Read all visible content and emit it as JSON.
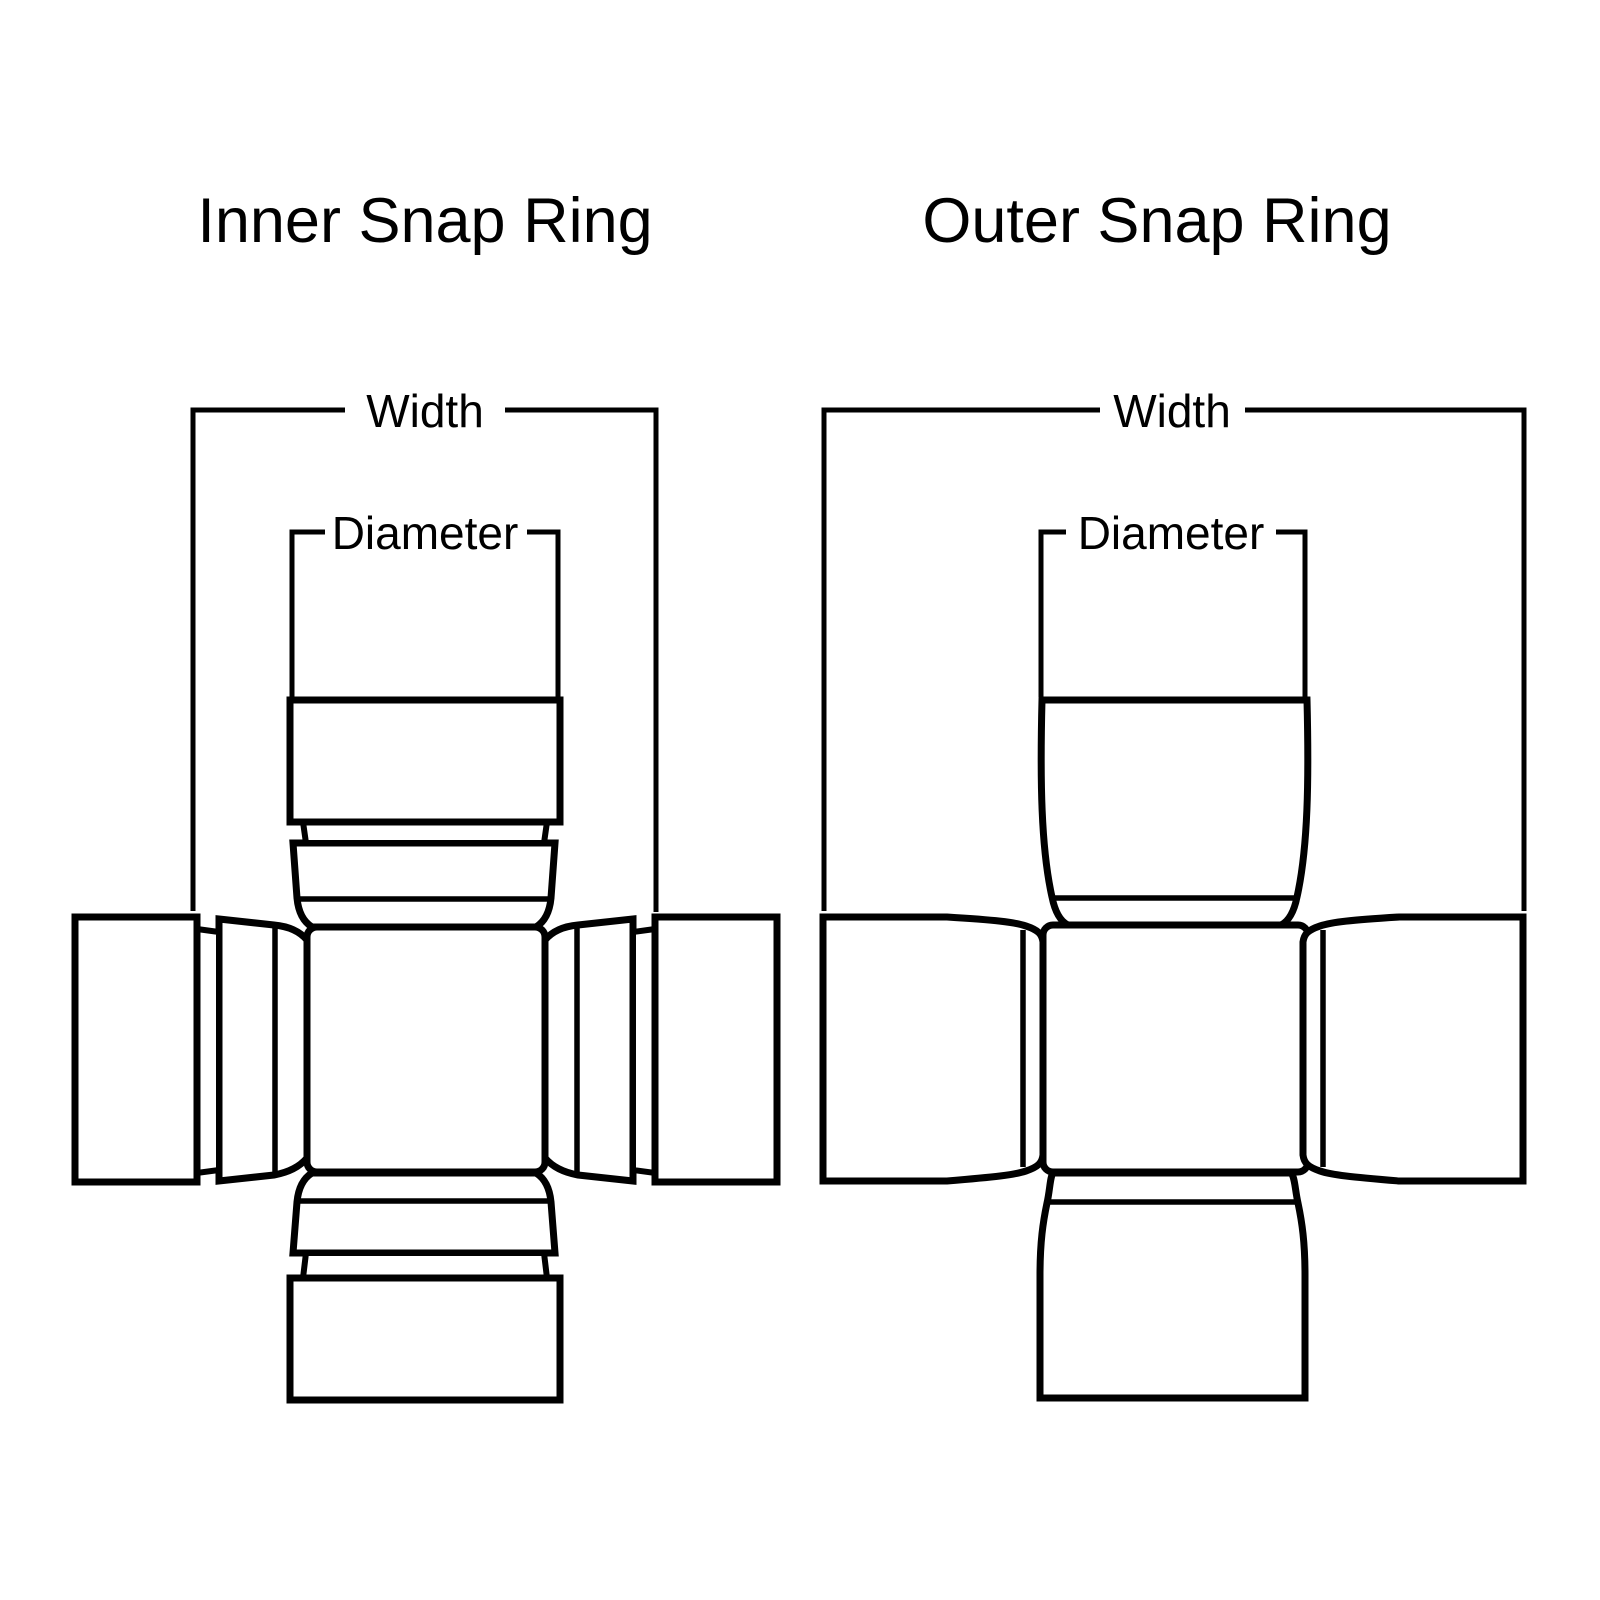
{
  "page": {
    "background": "#ffffff",
    "line_color": "#000000"
  },
  "diagrams": {
    "inner": {
      "title": "Inner Snap Ring",
      "width_label": "Width",
      "diameter_label": "Diameter"
    },
    "outer": {
      "title": "Outer Snap Ring",
      "width_label": "Width",
      "diameter_label": "Diameter"
    }
  }
}
